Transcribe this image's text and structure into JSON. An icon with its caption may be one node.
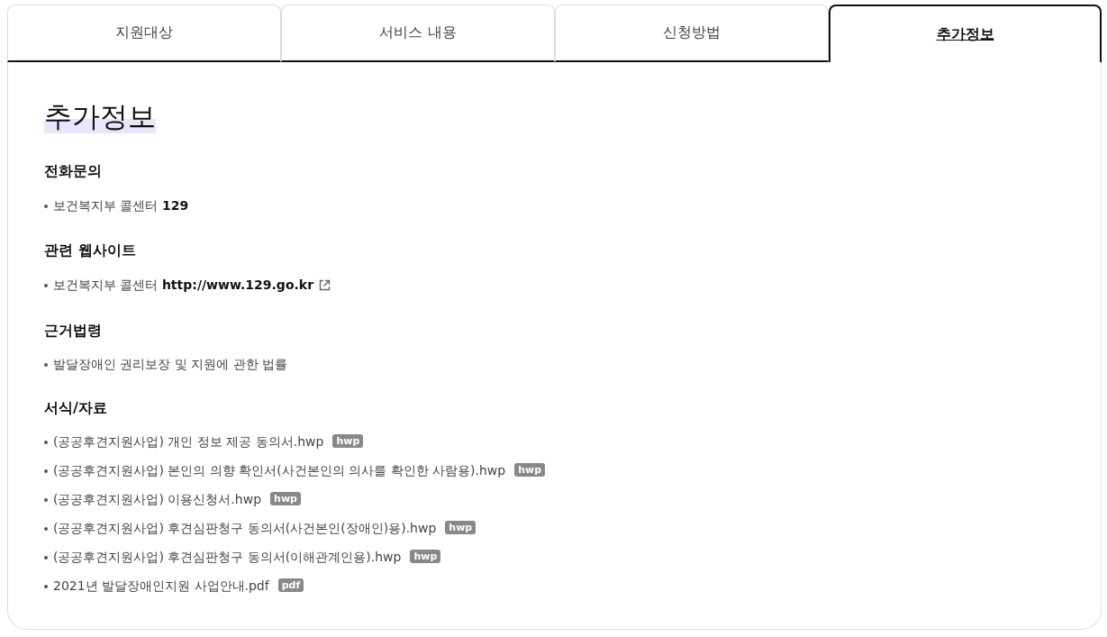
{
  "diagram": {
    "nodes": [
      {
        "text": [
          "지원대상"
        ]
      },
      {
        "text": [
          "서비스 내용"
        ]
      },
      {
        "text": [
          "신청방법"
        ]
      },
      {
        "text": [
          "추가정보"
        ]
      },
      {
        "text": [
          "추가정보",
          "전화문의",
          "보건복지부 콜센터 **129**",
          "관련 웹사이트",
          "보건복지부 콜센터 **http://www.129.go.kr**",
          "근거법령",
          "발달장애인 권리보장 및 지원에 관한 법률",
          "서식/자료",
          "(공공후견지원사업) 개인 정보 제공 동의서.hwp",
          "(공공후견지원사업) 본인의 의향 확인서(사건본인의 의사를 확인한 사람용).hwp",
          "(공공후견지원사업) 이용신청서.hwp",
          "(공공후견지원사업) 후견심판청구 동의서(사건본인(장애인)용).hwp",
          "(공공후견지원사업) 후견심판청구 동의서(이해관계인용).hwp",
          "2021년 발달장애인지원 사업안내.pdf"
        ]
      },
      {
        "text": [
          "hwp"
        ],
        "in": 4
      },
      {
        "text": [
          "hwp"
        ],
        "in": 4
      },
      {
        "text": [
          "hwp"
        ],
        "in": 4
      },
      {
        "text": [
          "hwp"
        ],
        "in": 4
      },
      {
        "text": [
          "hwp"
        ],
        "in": 4
      },
      {
        "text": [
          "pdf"
        ],
        "in": 4
      }
    ]
  }
}
